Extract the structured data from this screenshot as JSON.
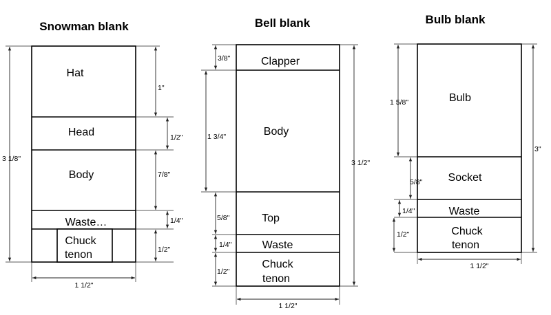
{
  "snowman": {
    "title": "Snowman blank",
    "sections": {
      "hat": "Hat",
      "head": "Head",
      "body": "Body",
      "waste": "Waste…",
      "chuck_line1": "Chuck",
      "chuck_line2": "tenon"
    },
    "dims": {
      "total": "3 1/8\"",
      "hat": "1\"",
      "head": "1/2\"",
      "body": "7/8\"",
      "waste": "1/4\"",
      "chuck": "1/2\"",
      "width": "1 1/2\""
    }
  },
  "bell": {
    "title": "Bell blank",
    "sections": {
      "clapper": "Clapper",
      "body": "Body",
      "top": "Top",
      "waste": "Waste",
      "chuck_line1": "Chuck",
      "chuck_line2": "tenon"
    },
    "dims": {
      "clapper": "3/8\"",
      "body": "1 3/4\"",
      "top": "5/8\"",
      "waste": "1/4\"",
      "chuck": "1/2\"",
      "total": "3 1/2\"",
      "width": "1 1/2\""
    }
  },
  "bulb": {
    "title": "Bulb blank",
    "sections": {
      "bulb": "Bulb",
      "socket": "Socket",
      "waste": "Waste",
      "chuck_line1": "Chuck",
      "chuck_line2": "tenon"
    },
    "dims": {
      "bulb": "1 5/8\"",
      "socket": "5/8\"",
      "waste": "1/4\"",
      "chuck": "1/2\"",
      "total": "3\"",
      "width": "1 1/2\""
    }
  }
}
